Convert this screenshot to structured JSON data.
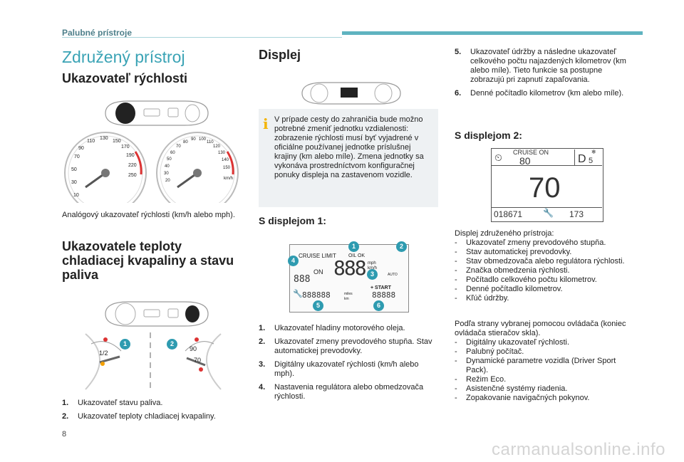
{
  "header": {
    "section": "Palubné prístroje"
  },
  "page": {
    "title": "Združený prístroj",
    "number": "8",
    "watermark": "carmanualsonline.info"
  },
  "speedometer": {
    "heading": "Ukazovateľ rýchlosti",
    "caption": "Analógový ukazovateľ rýchlosti (km/h alebo mph).",
    "left_ticks": [
      "10",
      "30",
      "50",
      "70",
      "90",
      "110",
      "130",
      "150",
      "170",
      "190",
      "220",
      "250"
    ],
    "right_ticks": [
      "20",
      "30",
      "40",
      "50",
      "60",
      "70",
      "80",
      "90",
      "100",
      "110",
      "120",
      "130",
      "140",
      "150"
    ],
    "right_unit": "km/h"
  },
  "temperature_fuel": {
    "heading_line1": "Ukazovatele teploty",
    "heading_line2": "chladiacej kvapaliny a stavu",
    "heading_line3": "paliva",
    "gauge_fuel_label": "1/2",
    "gauge_temp_label_90": "90",
    "gauge_temp_label_70": "70",
    "items": [
      {
        "n": "1.",
        "text": "Ukazovateľ stavu paliva."
      },
      {
        "n": "2.",
        "text": "Ukazovateľ teploty chladiacej kvapaliny."
      }
    ]
  },
  "display": {
    "heading": "Displej",
    "info": "V prípade cesty do zahraničia bude možno potrebné zmeniť jednotku vzdialenosti: zobrazenie rýchlosti musí byť vyjadrené v oficiálne používanej jednotke príslušnej krajiny (km alebo míle). Zmena jednotky sa vykonáva prostredníctvom konfiguračnej ponuky displeja na zastavenom vozidle.",
    "display1": {
      "heading": "S displejom 1:",
      "lcd": {
        "cruise": "CRUISE LIMIT",
        "oil": "OIL OK",
        "speed": "888",
        "mph": "mph",
        "kmh": "km/h",
        "on": "ON",
        "gear": "888",
        "start": "+ START",
        "auto": "AUTO",
        "odo": "888888",
        "miles": "miles",
        "km": "km",
        "trip": "88888"
      },
      "items": [
        {
          "n": "1.",
          "text": "Ukazovateľ hladiny motorového oleja."
        },
        {
          "n": "2.",
          "text": "Ukazovateľ zmeny prevodového stupňa. Stav automatickej prevodovky."
        },
        {
          "n": "3.",
          "text": "Digitálny ukazovateľ rýchlosti (km/h alebo mph)."
        },
        {
          "n": "4.",
          "text": "Nastavenia regulátora alebo obmedzovača rýchlosti."
        }
      ]
    }
  },
  "col3": {
    "items": [
      {
        "n": "5.",
        "text": "Ukazovateľ údržby a následne ukazovateľ celkového počtu najazdených kilometrov (km alebo míle). Tieto funkcie sa postupne zobrazujú pri zapnutí zapaľovania."
      },
      {
        "n": "6.",
        "text": "Denné počítadlo kilometrov (km alebo míle)."
      }
    ],
    "display2": {
      "heading": "S displejom 2:",
      "screen": {
        "cruise_label": "CRUISE ON",
        "cruise_value": "80",
        "gear": "D",
        "gear_sub": "5",
        "speed": "70",
        "odometer": "018671",
        "service": "173"
      },
      "intro": "Displej združeného prístroja:",
      "list_a": [
        "Ukazovateľ zmeny prevodového stupňa.",
        "Stav automatickej prevodovky.",
        "Stav obmedzovača alebo regulátora rýchlosti.",
        "Značka obmedzenia rýchlosti.",
        "Počítadlo celkového počtu kilometrov.",
        "Denné počítadlo kilometrov.",
        "Kľúč údržby."
      ],
      "mid": "Podľa strany vybranej pomocou ovládača (koniec ovládača stieračov skla).",
      "list_b": [
        "Digitálny ukazovateľ rýchlosti.",
        "Palubný počítač.",
        "Dynamické parametre vozidla (Driver Sport Pack).",
        "Režim Eco.",
        "Asistenčné systémy riadenia.",
        "Zopakovanie navigačných pokynov."
      ]
    }
  }
}
